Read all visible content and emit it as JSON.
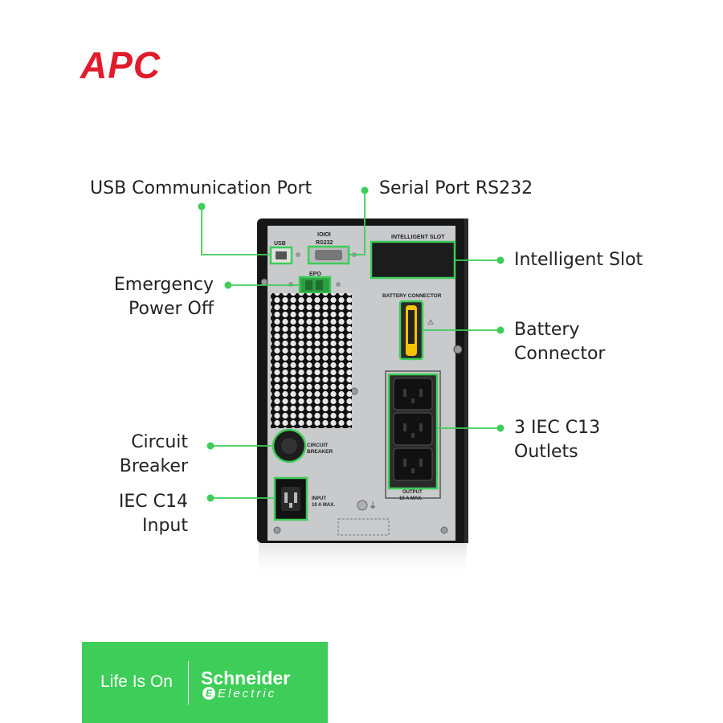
{
  "brand": {
    "logo_text": "APC"
  },
  "callouts": {
    "usb": "USB Communication Port",
    "serial": "Serial Port RS232",
    "intelligent_slot": "Intelligent Slot",
    "epo_line1": "Emergency",
    "epo_line2": "Power Off",
    "battery_line1": "Battery",
    "battery_line2": "Connector",
    "breaker_line1": "Circuit",
    "breaker_line2": "Breaker",
    "outlets_line1": "3 IEC C13",
    "outlets_line2": "Outlets",
    "input_line1": "IEC C14",
    "input_line2": "Input"
  },
  "panel_labels": {
    "usb": "USB",
    "rs232": "RS232",
    "rs232_symbol": "IOIOI",
    "intelligent_slot": "INTELLIGENT SLOT",
    "epo": "EPO",
    "battery_connector": "BATTERY CONNECTOR",
    "circuit_breaker_1": "CIRCUIT",
    "circuit_breaker_2": "BREAKER",
    "input_1": "INPUT",
    "input_2": "10 A MAX.",
    "output_1": "OUTPUT",
    "output_2": "10 A MAX."
  },
  "footer": {
    "tagline": "Life Is On",
    "brand": "Schneider",
    "sub": "Electric",
    "sub_icon": "E"
  },
  "colors": {
    "accent_green": "#3dcd58",
    "logo_red": "#e21b2c",
    "panel_gray": "#c9cacc",
    "chassis_black": "#1a1a1a",
    "battery_yellow": "#f5c400"
  }
}
